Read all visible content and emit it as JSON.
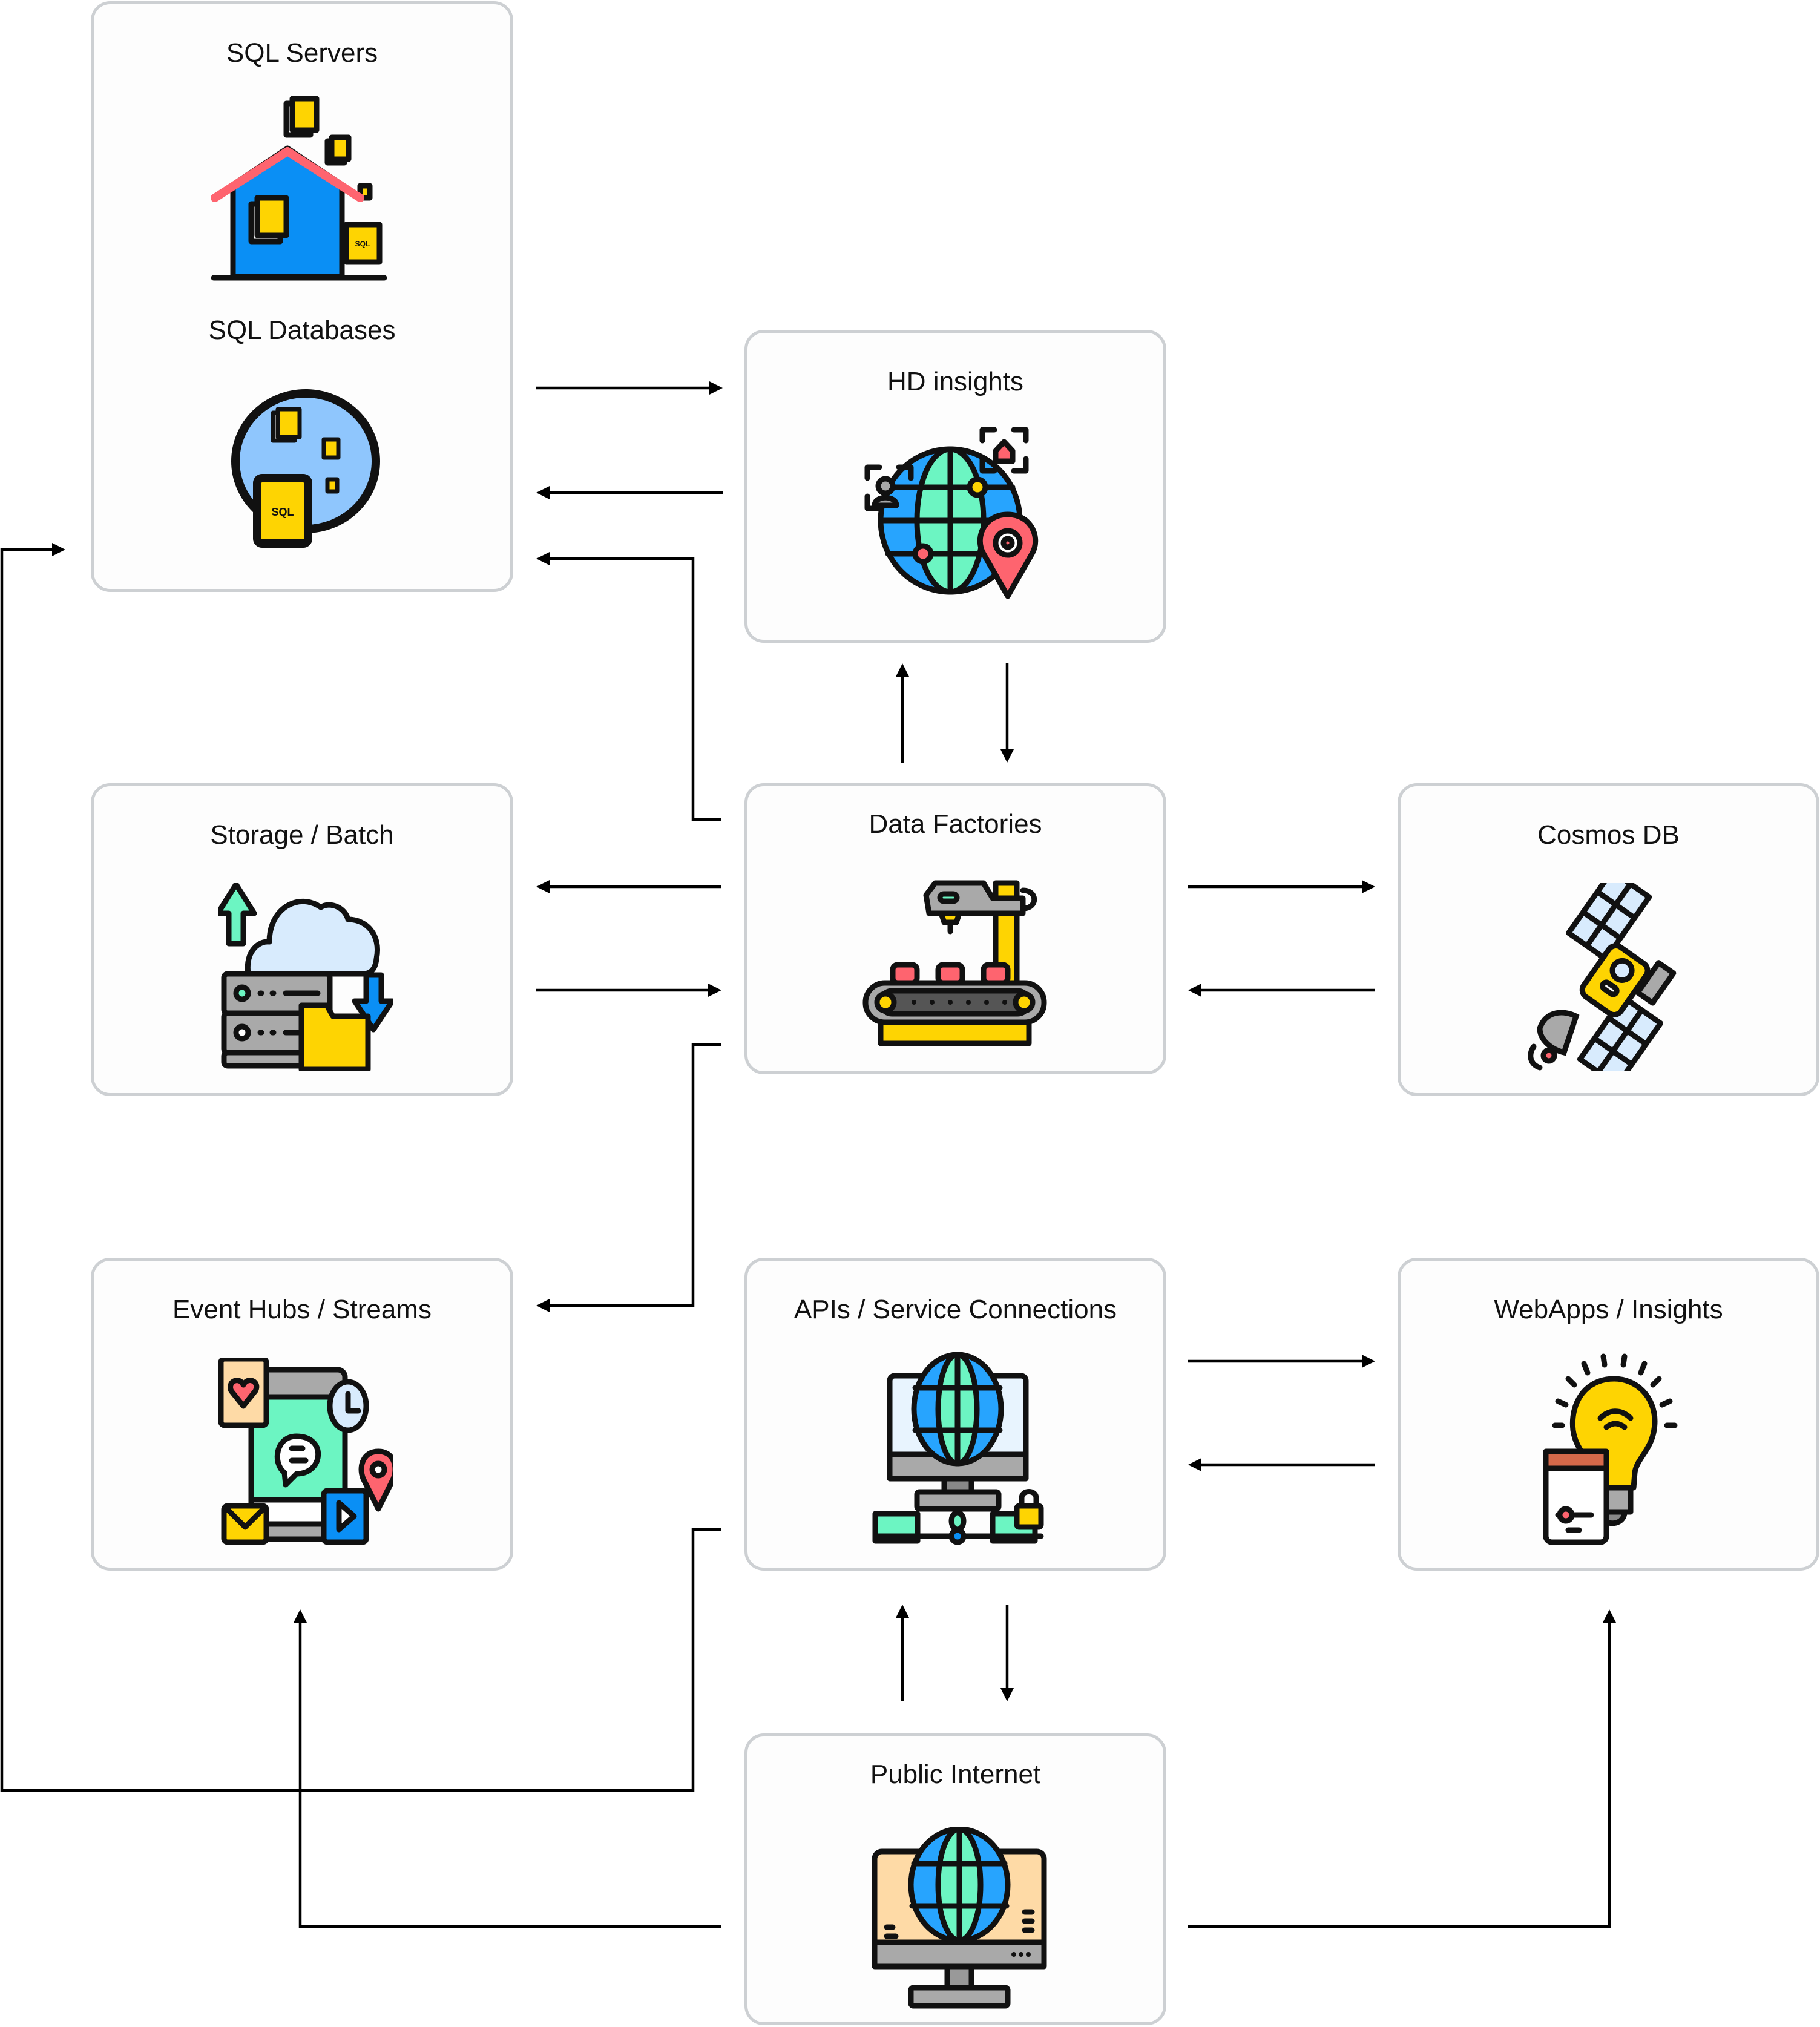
{
  "diagram": {
    "title": "",
    "nodes": [
      {
        "id": "sql",
        "labels": [
          "SQL Servers",
          "SQL Databases"
        ],
        "icons": [
          "house-database-icon",
          "sql-globe-icon"
        ],
        "badge": "SQL"
      },
      {
        "id": "hd",
        "label": "HD insights",
        "icon": "globe-location-icon"
      },
      {
        "id": "storage",
        "label": "Storage / Batch",
        "icon": "cloud-server-icon"
      },
      {
        "id": "datafactories",
        "label": "Data Factories",
        "icon": "conveyor-robot-icon"
      },
      {
        "id": "cosmos",
        "label": "Cosmos DB",
        "icon": "satellite-icon"
      },
      {
        "id": "eventhubs",
        "label": "Event Hubs / Streams",
        "icon": "mobile-notifications-icon"
      },
      {
        "id": "apis",
        "label": "APIs / Service Connections",
        "icon": "network-monitor-icon"
      },
      {
        "id": "webapps",
        "label": "WebApps / Insights",
        "icon": "smart-bulb-phone-icon"
      },
      {
        "id": "internet",
        "label": "Public Internet",
        "icon": "globe-monitor-icon"
      }
    ],
    "edges": [
      {
        "from": "sql",
        "to": "hd"
      },
      {
        "from": "hd",
        "to": "sql"
      },
      {
        "from": "datafactories",
        "to": "sql"
      },
      {
        "from": "datafactories",
        "to": "hd"
      },
      {
        "from": "hd",
        "to": "datafactories"
      },
      {
        "from": "datafactories",
        "to": "storage"
      },
      {
        "from": "storage",
        "to": "datafactories"
      },
      {
        "from": "datafactories",
        "to": "cosmos"
      },
      {
        "from": "cosmos",
        "to": "datafactories"
      },
      {
        "from": "datafactories",
        "to": "eventhubs"
      },
      {
        "from": "apis",
        "to": "webapps"
      },
      {
        "from": "webapps",
        "to": "apis"
      },
      {
        "from": "apis",
        "to": "internet"
      },
      {
        "from": "internet",
        "to": "apis"
      },
      {
        "from": "apis",
        "to": "sql"
      },
      {
        "from": "internet",
        "to": "eventhubs"
      },
      {
        "from": "internet",
        "to": "webapps"
      }
    ]
  },
  "labels": {
    "sql_servers": "SQL Servers",
    "sql_databases": "SQL Databases",
    "sql_badge": "SQL",
    "hd": "HD insights",
    "storage": "Storage / Batch",
    "datafactories": "Data Factories",
    "cosmos": "Cosmos DB",
    "eventhubs": "Event Hubs / Streams",
    "apis": "APIs / Service Connections",
    "webapps": "WebApps / Insights",
    "internet": "Public Internet"
  },
  "colors": {
    "box_border": "#cdd0d3",
    "connector": "#000000",
    "blue": "#0a8ff5",
    "light_blue": "#8fc6fd",
    "yellow": "#fed402",
    "red": "#fe646f",
    "green": "#6cf5c2",
    "gray": "#a9a9a9"
  }
}
